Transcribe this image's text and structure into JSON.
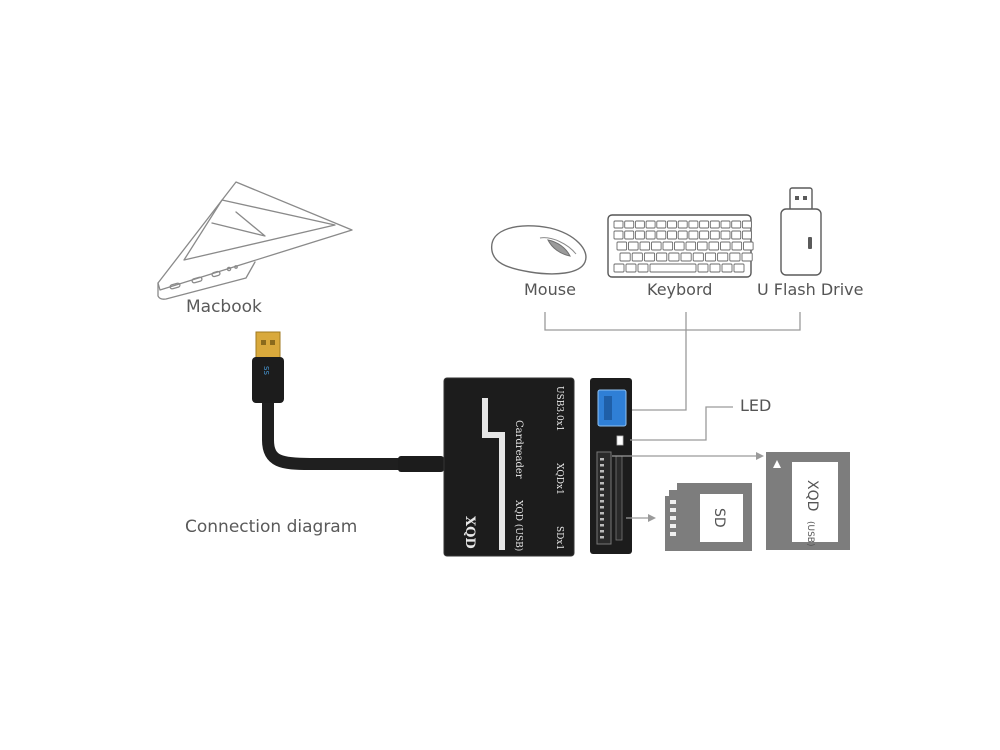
{
  "labels": {
    "macbook": "Macbook",
    "connection_diagram": "Connection diagram",
    "mouse": "Mouse",
    "keyboard": "Keybord",
    "flash_drive": "U Flash Drive",
    "led": "LED"
  },
  "reader": {
    "brand": "XQD",
    "title": "Cardreader",
    "subtitle": "XQD (USB)",
    "ports": [
      "USB3.0x1",
      "XQDx1",
      "SDx1"
    ],
    "plug_mark": "SS"
  },
  "cards": {
    "sd_label": "SD",
    "xqd_label": "XQD",
    "xqd_sub": "(USB)"
  },
  "colors": {
    "device_body": "#1c1c1c",
    "usb_port": "#2f7fd6",
    "line_art": "#8a8a8a",
    "card_gray": "#7d7d7d"
  }
}
